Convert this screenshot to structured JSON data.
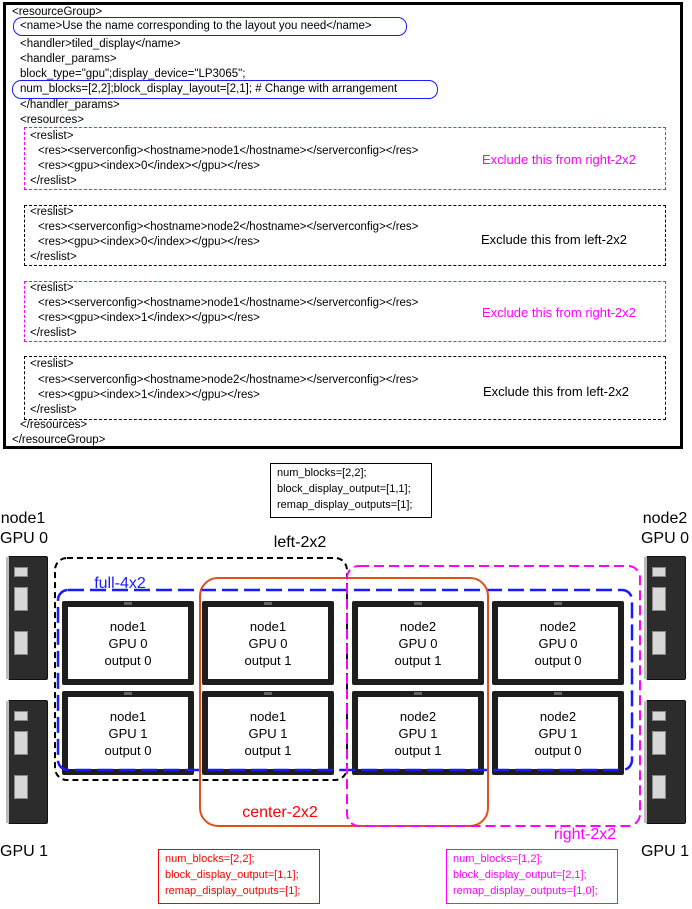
{
  "xml": {
    "lines": [
      "<resourceGroup>",
      "<name>Use the name corresponding to the layout you need</name>",
      "<handler>tiled_display</name>",
      "<handler_params>",
      "block_type=\"gpu\";display_device=\"LP3065\";",
      "num_blocks=[2,2];block_display_layout=[2,1]; # Change with arrangement",
      "</handler_params>",
      "<resources>"
    ],
    "reslists": [
      {
        "open": "<reslist>",
        "res1": "<res><serverconfig><hostname>node1</hostname></serverconfig></res>",
        "res2": "<res><gpu><index>0</index></gpu></res>",
        "close": "</reslist>",
        "note": "Exclude this from right-2x2"
      },
      {
        "open": "<reslist>",
        "res1": "<res><serverconfig><hostname>node2</hostname></serverconfig></res>",
        "res2": "<res><gpu><index>0</index></gpu></res>",
        "close": "</reslist>",
        "note": "Exclude this from left-2x2"
      },
      {
        "open": "<reslist>",
        "res1": "<res><serverconfig><hostname>node1</hostname></serverconfig></res>",
        "res2": "<res><gpu><index>1</index></gpu></res>",
        "close": "</reslist>",
        "note": "Exclude this from right-2x2"
      },
      {
        "open": "<reslist>",
        "res1": "<res><serverconfig><hostname>node2</hostname></serverconfig></res>",
        "res2": "<res><gpu><index>1</index></gpu></res>",
        "close": "</reslist>",
        "note": "Exclude this from left-2x2"
      }
    ],
    "end_resources": "</resources>",
    "end_group": "</resourceGroup>"
  },
  "params_top": [
    "num_blocks=[2,2];",
    "block_display_output=[1,1];",
    "remap_display_outputs=[1];"
  ],
  "params_center": [
    "num_blocks=[2,2];",
    "block_display_output=[1,1];",
    "remap_display_outputs=[1];"
  ],
  "params_right": [
    "num_blocks=[1,2];",
    "block_display_output=[2,1];",
    "remap_display_outputs=[1,0];"
  ],
  "labels": {
    "node1_gpu0_a": "node1",
    "node1_gpu0_b": "GPU 0",
    "node2_gpu0_a": "node2",
    "node2_gpu0_b": "GPU 0",
    "gpu1_left": "GPU 1",
    "gpu1_right": "GPU 1",
    "left": "left-2x2",
    "full": "full-4x2",
    "center": "center-2x2",
    "right": "right-2x2"
  },
  "monitors": [
    [
      "node1",
      "GPU 0",
      "output 0"
    ],
    [
      "node1",
      "GPU 0",
      "output 1"
    ],
    [
      "node2",
      "GPU 0",
      "output 1"
    ],
    [
      "node2",
      "GPU 0",
      "output 0"
    ],
    [
      "node1",
      "GPU 1",
      "output 0"
    ],
    [
      "node1",
      "GPU 1",
      "output 1"
    ],
    [
      "node2",
      "GPU 1",
      "output 1"
    ],
    [
      "node2",
      "GPU 1",
      "output 0"
    ]
  ],
  "colors": {
    "blue": "#1a1aff",
    "magenta": "#ff00ff",
    "orange": "#e0501a",
    "red": "#ff0000"
  }
}
